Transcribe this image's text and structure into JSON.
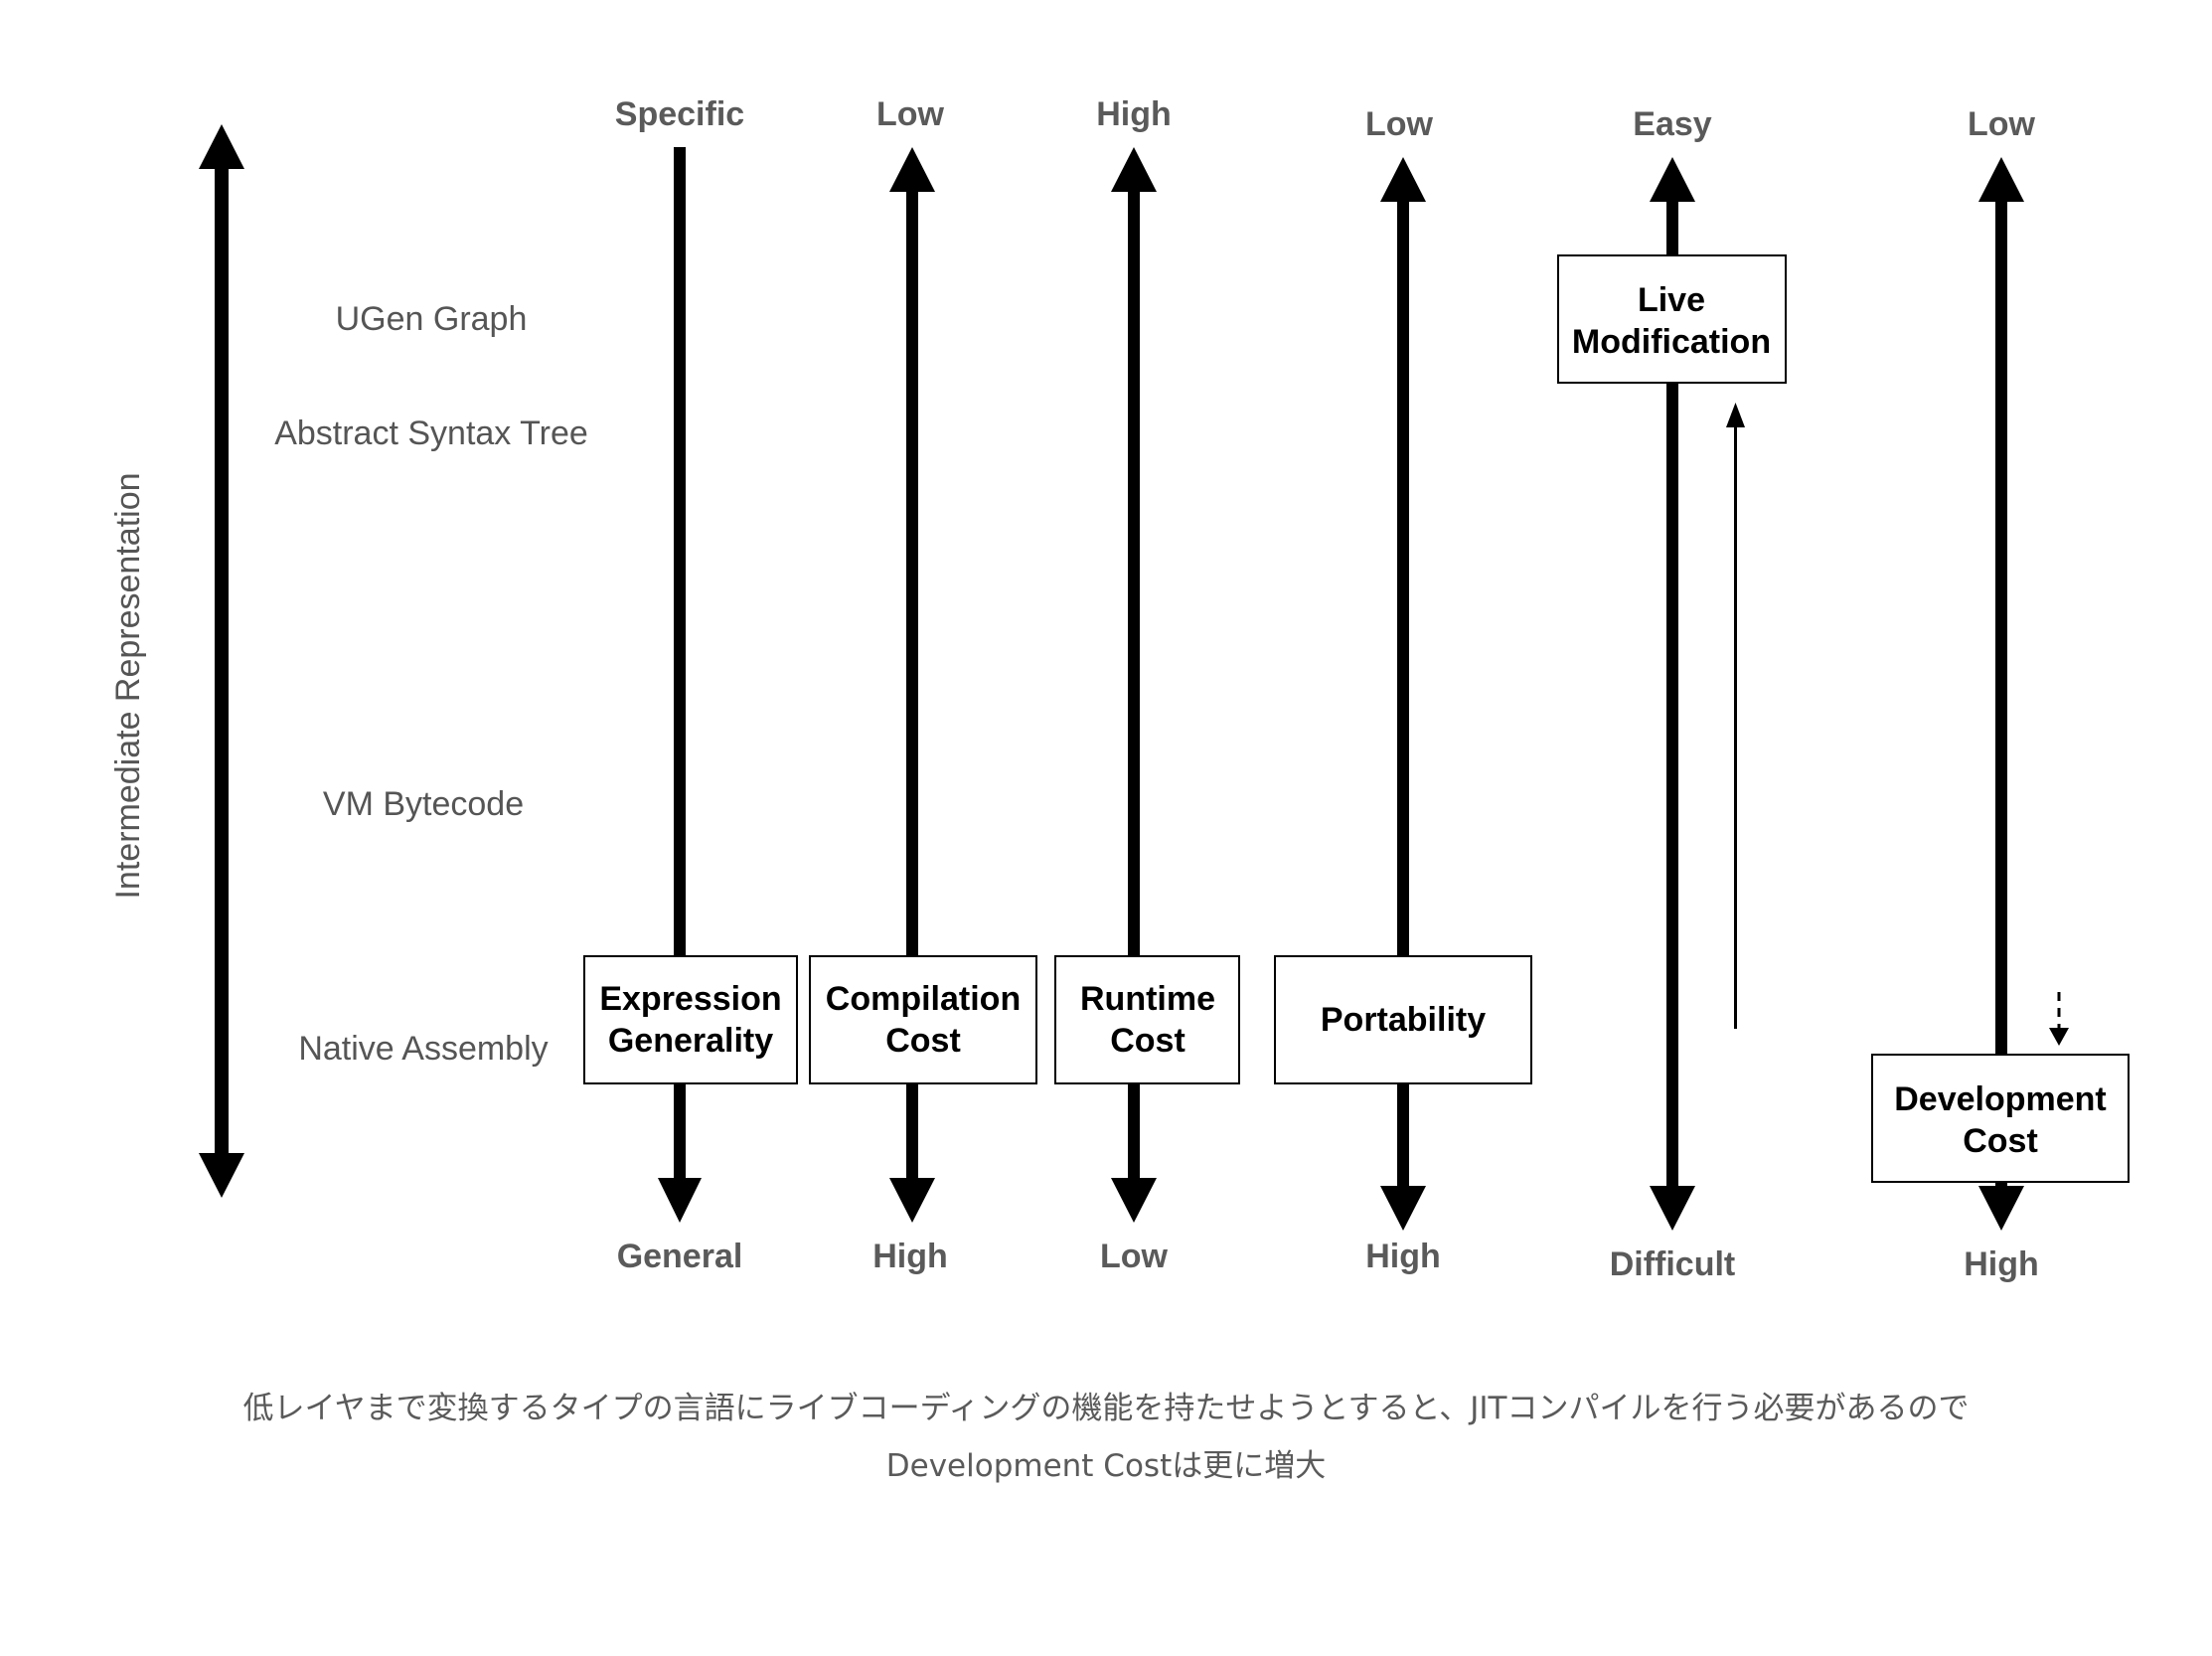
{
  "axis": {
    "label": "Intermediate Representation",
    "levels": [
      "UGen Graph",
      "Abstract Syntax Tree",
      "VM Bytecode",
      "Native Assembly"
    ]
  },
  "columns": [
    {
      "top": "Specific",
      "bottom": "General",
      "box": [
        "Expression",
        "Generality"
      ],
      "top_arrow": false
    },
    {
      "top": "Low",
      "bottom": "High",
      "box": [
        "Compilation",
        "Cost"
      ],
      "top_arrow": true
    },
    {
      "top": "High",
      "bottom": "Low",
      "box": [
        "Runtime",
        "Cost"
      ],
      "top_arrow": true
    },
    {
      "top": "Low",
      "bottom": "High",
      "box": [
        "Portability"
      ],
      "top_arrow": true
    },
    {
      "top": "Easy",
      "bottom": "Difficult",
      "box": [
        "Live",
        "Modification"
      ],
      "top_arrow": true
    },
    {
      "top": "Low",
      "bottom": "High",
      "box": [
        "Development",
        "Cost"
      ],
      "top_arrow": true
    }
  ],
  "caption": {
    "line1": "低レイヤまで変換するタイプの言語にライブコーディングの機能を持たせようとすると、JITコンパイルを行う必要があるので",
    "line2": "Development Costは更に増大"
  },
  "colors": {
    "arrow": "#000000",
    "label": "#5a5a5a",
    "text": "#555555"
  }
}
